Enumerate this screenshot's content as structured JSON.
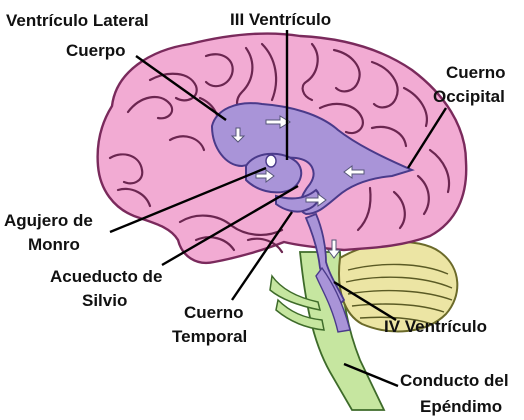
{
  "labels": {
    "lateral_line1": "Ventrículo Lateral",
    "lateral_line2": "Cuerpo",
    "third": "III Ventrículo",
    "occipital_line1": "Cuerno",
    "occipital_line2": "Occipital",
    "monro_line1": "Agujero de",
    "monro_line2": "Monro",
    "silvio_line1": "Acueducto de",
    "silvio_line2": "Silvio",
    "temporal_line1": "Cuerno",
    "temporal_line2": "Temporal",
    "fourth": "IV Ventrículo",
    "ependimo_line1": "Conducto del",
    "ependimo_line2": "Epéndimo"
  },
  "colors": {
    "brain": "#f2abd3",
    "brain_outline": "#7a2a5c",
    "ventricle": "#a994d8",
    "ventricle_outline": "#4a3a8a",
    "cerebellum": "#ece5a4",
    "brainstem": "#c6e6a0"
  }
}
